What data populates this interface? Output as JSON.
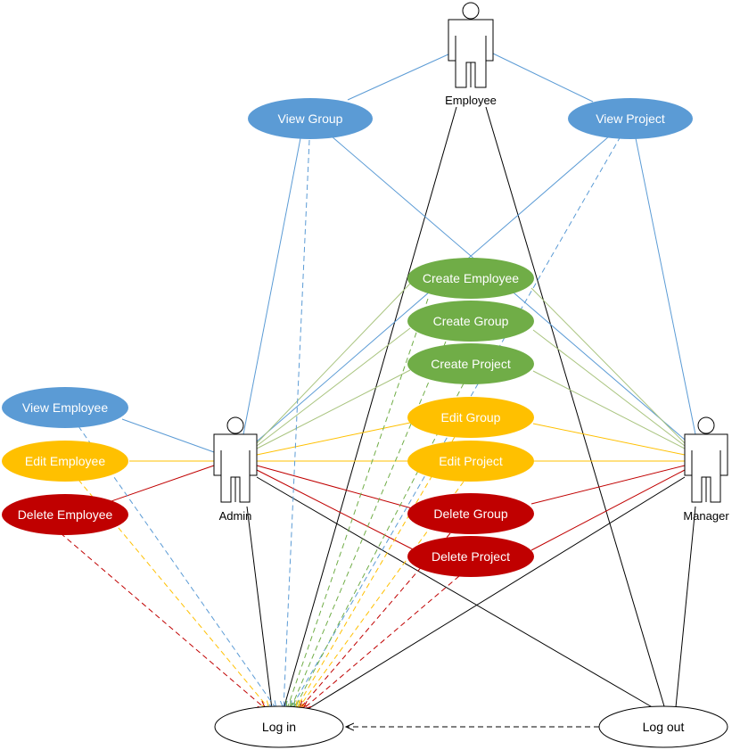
{
  "actors": {
    "employee": {
      "label": "Employee"
    },
    "admin": {
      "label": "Admin"
    },
    "manager": {
      "label": "Manager"
    }
  },
  "use_cases": {
    "view_group": {
      "label": "View Group",
      "color": "#5b9bd5",
      "text_color": "#ffffff"
    },
    "view_project": {
      "label": "View Project",
      "color": "#5b9bd5",
      "text_color": "#ffffff"
    },
    "view_employee": {
      "label": "View Employee",
      "color": "#5b9bd5",
      "text_color": "#ffffff"
    },
    "create_employee": {
      "label": "Create Employee",
      "color": "#70ad47",
      "text_color": "#ffffff"
    },
    "create_group": {
      "label": "Create Group",
      "color": "#70ad47",
      "text_color": "#ffffff"
    },
    "create_project": {
      "label": "Create Project",
      "color": "#70ad47",
      "text_color": "#ffffff"
    },
    "edit_employee": {
      "label": "Edit Employee",
      "color": "#ffc000",
      "text_color": "#ffffff"
    },
    "edit_group": {
      "label": "Edit Group",
      "color": "#ffc000",
      "text_color": "#ffffff"
    },
    "edit_project": {
      "label": "Edit Project",
      "color": "#ffc000",
      "text_color": "#ffffff"
    },
    "delete_employee": {
      "label": "Delete Employee",
      "color": "#c00000",
      "text_color": "#ffffff"
    },
    "delete_group": {
      "label": "Delete Group",
      "color": "#c00000",
      "text_color": "#ffffff"
    },
    "delete_project": {
      "label": "Delete Project",
      "color": "#c00000",
      "text_color": "#ffffff"
    },
    "log_in": {
      "label": "Log in",
      "color": "#ffffff",
      "text_color": "#000000"
    },
    "log_out": {
      "label": "Log out",
      "color": "#ffffff",
      "text_color": "#000000"
    }
  }
}
